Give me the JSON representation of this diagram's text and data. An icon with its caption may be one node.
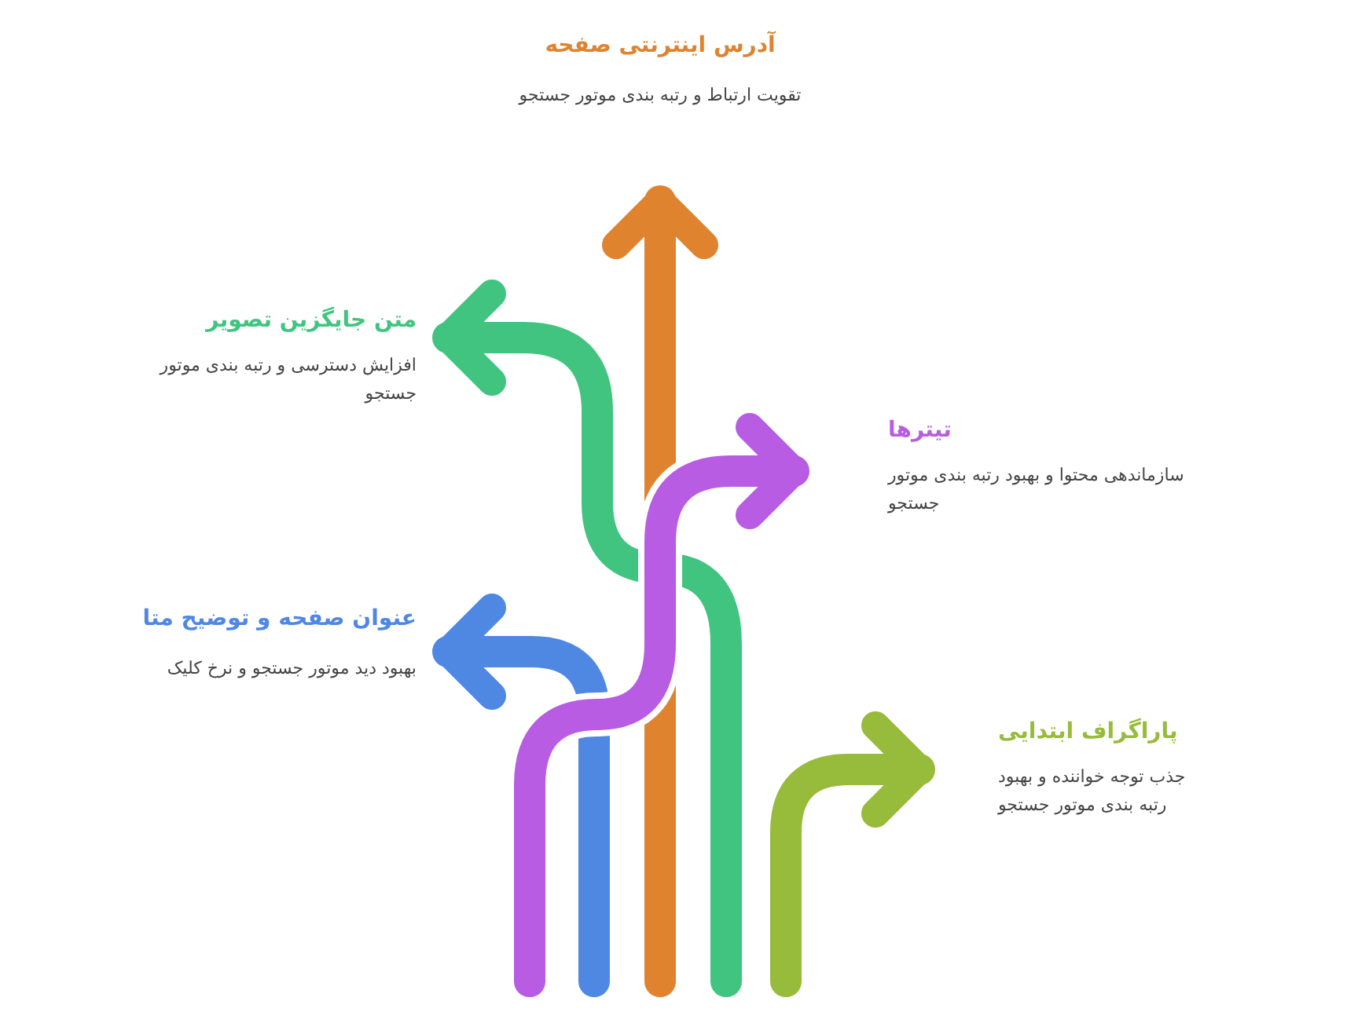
{
  "diagram": {
    "nodes": [
      {
        "text": [
          "آدرس اینترنتی صفحه",
          "تقویت ارتباط و رتبه بندی موتور جستجو"
        ]
      },
      {
        "text": [
          "متن جایگزین تصویر",
          "افزایش دسترسی و رتبه بندی موتور جستجو"
        ]
      },
      {
        "text": [
          "تیترها",
          "سازماندهی محتوا و بهبود رتبه بندی موتور جستجو"
        ]
      },
      {
        "text": [
          "عنوان صفحه و توضیح متا",
          "بهبود دید موتور جستجو و نرخ کلیک"
        ]
      },
      {
        "text": [
          "پاراگراف ابتدایی",
          "جذب توجه خواننده و بهبود رتبه بندی موتور جستجو"
        ]
      }
    ],
    "edges": [
      {
        "from": null,
        "to": 0,
        "arrow": "to",
        "color": "#e0832f"
      },
      {
        "from": null,
        "to": 1,
        "arrow": "to",
        "color": "#41c47f"
      },
      {
        "from": null,
        "to": 2,
        "arrow": "to",
        "color": "#b85ce4"
      },
      {
        "from": null,
        "to": 3,
        "arrow": "to",
        "color": "#4f88e3"
      },
      {
        "from": null,
        "to": 4,
        "arrow": "to",
        "color": "#97bb3a"
      }
    ]
  }
}
